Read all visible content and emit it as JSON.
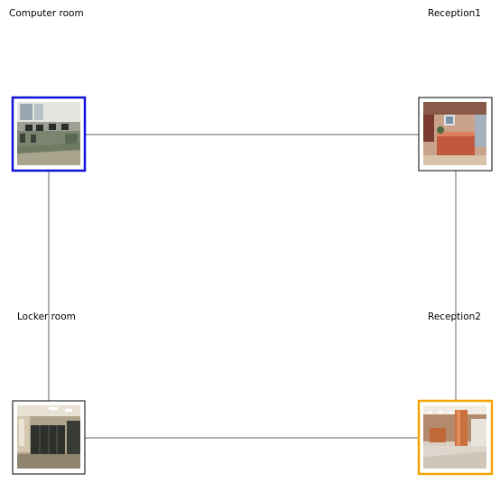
{
  "nodes": [
    {
      "id": "computer-room",
      "label": "Computer room",
      "border_color": "#1010d8",
      "scene": "computer-room-photo"
    },
    {
      "id": "reception1",
      "label": "Reception1",
      "border_color": "#000000",
      "scene": "reception-desk-photo"
    },
    {
      "id": "locker-room",
      "label": "Locker room",
      "border_color": "#000000",
      "scene": "locker-room-photo"
    },
    {
      "id": "reception2",
      "label": "Reception2",
      "border_color": "#f5a300",
      "scene": "reception-lobby-photo"
    }
  ],
  "edges": [
    {
      "from": "computer-room",
      "to": "reception1"
    },
    {
      "from": "computer-room",
      "to": "locker-room"
    },
    {
      "from": "reception1",
      "to": "reception2"
    },
    {
      "from": "locker-room",
      "to": "reception2"
    }
  ],
  "edge_color": "#808080"
}
